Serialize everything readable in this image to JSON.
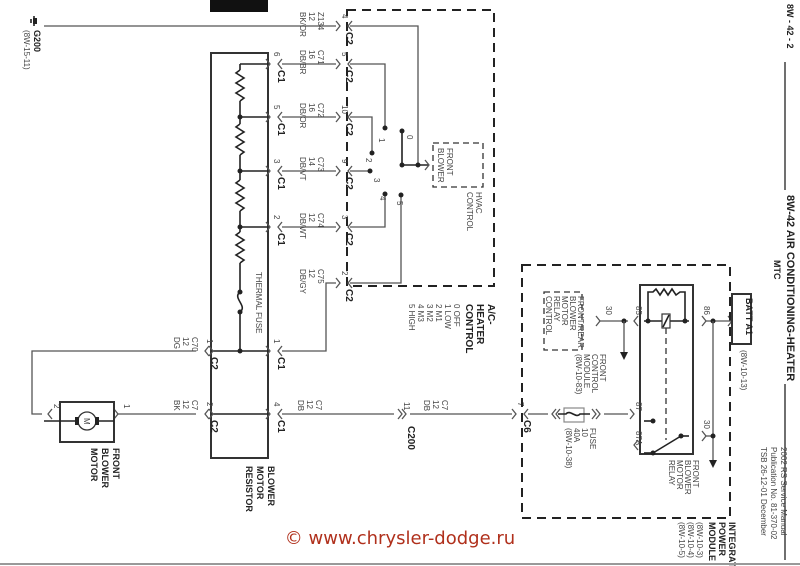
{
  "page": {
    "header_page": "8W - 42 - 2",
    "header_title": "8W-42 AIR CONDITIONING-HEATER",
    "header_subtitle": "MTC",
    "pub_lines": [
      "2002 RS  Service Manual",
      "Publication No. 81-370-02",
      "TSB 26-12-01  December"
    ]
  },
  "ground": {
    "label": "G200",
    "ref": "(8W-15-11)"
  },
  "wires": [
    {
      "id": "Z134",
      "gauge": "12",
      "color": "BK/OR",
      "resistor_pin": null,
      "resistor_conn": null,
      "control_pin": "4",
      "control_conn": "C2"
    },
    {
      "id": "C71",
      "gauge": "16",
      "color": "DB/BR",
      "resistor_pin": "6",
      "resistor_conn": "C1",
      "control_pin": "5",
      "control_conn": "C2"
    },
    {
      "id": "C72",
      "gauge": "16",
      "color": "DB/OR",
      "resistor_pin": "5",
      "resistor_conn": "C1",
      "control_pin": "10",
      "control_conn": "C2"
    },
    {
      "id": "C73",
      "gauge": "14",
      "color": "DB/VT",
      "resistor_pin": "3",
      "resistor_conn": "C1",
      "control_pin": "9",
      "control_conn": "C2"
    },
    {
      "id": "C74",
      "gauge": "12",
      "color": "DB/WT",
      "resistor_pin": "2",
      "resistor_conn": "C1",
      "control_pin": "3",
      "control_conn": "C2"
    },
    {
      "id": "C75",
      "gauge": "12",
      "color": "DB/GY",
      "resistor_pin": "1",
      "resistor_conn": "C1",
      "control_pin": "2",
      "control_conn": "C2"
    }
  ],
  "resistor": {
    "label_lines": [
      "BLOWER",
      "MOTOR",
      "RESISTOR"
    ],
    "thermal_fuse": "THERMAL FUSE",
    "c70": {
      "pin": "1",
      "conn": "C2",
      "id": "C70",
      "gauge": "12",
      "color": "DG"
    },
    "c7": {
      "pin": "2",
      "conn": "C2",
      "id": "C7",
      "gauge": "12",
      "color": "BK"
    },
    "c7_out": {
      "pin": "4",
      "conn": "C1",
      "id": "C7",
      "gauge": "12",
      "color": "DB"
    }
  },
  "motor": {
    "label_lines": [
      "FRONT",
      "BLOWER",
      "MOTOR"
    ],
    "symbol": "M",
    "pin_left": "2",
    "pin_right": "1"
  },
  "c200": {
    "pin": "11",
    "label": "C200",
    "id": "C7",
    "gauge": "12",
    "color": "DB"
  },
  "c6": {
    "pin": "7",
    "label": "C6"
  },
  "control": {
    "label_lines": [
      "A/C-",
      "HEATER",
      "CONTROL"
    ],
    "positions": [
      "0 OFF",
      "1 LOW",
      "2 M1",
      "3 M2",
      "4 M3",
      "5 HIGH"
    ],
    "switch_numbers": [
      "0",
      "1",
      "2",
      "3",
      "4",
      "5"
    ],
    "sub_label_lines": [
      "FRONT",
      "BLOWER"
    ],
    "hvac_lines": [
      "HVAC",
      "CONTROL"
    ]
  },
  "ipm": {
    "label_lines": [
      "INTEGRATED",
      "POWER",
      "MODULE"
    ],
    "refs": [
      "(8W-10-3)",
      "(8W-10-4)",
      "(8W-10-5)"
    ],
    "batt": "BATT A1",
    "batt_ref": "(8W-10-13)",
    "fcm_lines": [
      "FRONT/REAR",
      "BLOWER",
      "MOTOR",
      "RELAY",
      "CONTROL"
    ],
    "fcm_label_lines": [
      "FRONT",
      "CONTROL",
      "MODULE",
      "(8W-10-83)"
    ],
    "relay_lines": [
      "FRONT",
      "BLOWER",
      "MOTOR",
      "RELAY"
    ],
    "relay_pins": {
      "p30a": "30",
      "p85": "85",
      "p86": "86",
      "p87": "87",
      "p87a": "87A",
      "p30b": "30"
    },
    "fuse_lines": [
      "FUSE",
      "10",
      "40A",
      "(8W-10-38)"
    ]
  },
  "watermark": "© www.chrysler-dodge.ru"
}
